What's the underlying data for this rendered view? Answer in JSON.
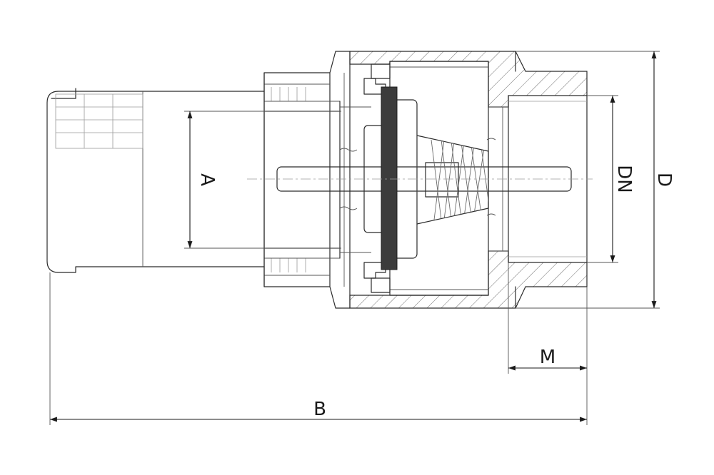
{
  "diagram": {
    "dimensions": [
      {
        "id": "A",
        "label": "A"
      },
      {
        "id": "B",
        "label": "B"
      },
      {
        "id": "M",
        "label": "M"
      },
      {
        "id": "DN",
        "label": "DN"
      },
      {
        "id": "D",
        "label": "D"
      }
    ]
  }
}
